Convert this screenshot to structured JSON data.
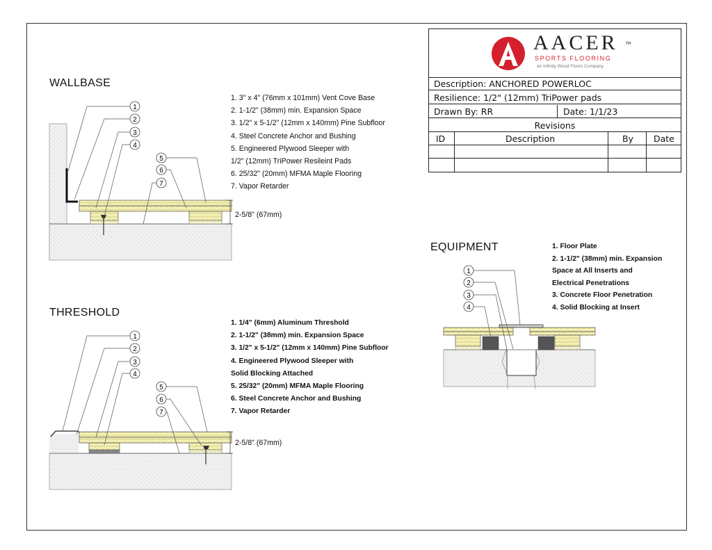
{
  "logo": {
    "brand": "AACER",
    "tm": "TM",
    "tagline": "SPORTS FLOORING",
    "subtag": "an Infinity Wood Floors Company",
    "brand_color": "#d4202c"
  },
  "title_block": {
    "description": "Description: ANCHORED POWERLOC",
    "resilience": "Resilience: 1/2\" (12mm) TriPower pads",
    "drawn_by": "Drawn By: RR",
    "date": "Date: 1/1/23",
    "revisions_title": "Revisions",
    "revision_headers": [
      "ID",
      "Description",
      "By",
      "Date"
    ]
  },
  "wallbase": {
    "heading": "WALLBASE",
    "notes": [
      "1.  3\" x 4\" (76mm x 101mm) Vent Cove Base",
      "2.  1-1/2\" (38mm) min. Expansion Space",
      "3.  1/2\" x 5-1/2\" (12mm x 140mm) Pine Subfloor",
      "4.  Steel Concrete Anchor and Bushing",
      "5.  Engineered Plywood Sleeper with",
      "     1/2\" (12mm) TriPower Resileint Pads",
      "6.  25/32\" (20mm) MFMA Maple Flooring",
      "7.  Vapor Retarder"
    ],
    "dimension": "2-5/8\" (67mm)"
  },
  "threshold": {
    "heading": "THRESHOLD",
    "notes": [
      "1.  1/4\" (6mm) Aluminum Threshold",
      "2.  1-1/2\" (38mm) min. Expansion Space",
      "3.  1/2\" x 5-1/2\" (12mm x 140mm) Pine Subfloor",
      "4.  Engineered Plywood Sleeper with",
      "     Solid Blocking Attached",
      "5.  25/32\" (20mm) MFMA Maple Flooring",
      "6.  Steel Concrete Anchor and Bushing",
      "7.  Vapor Retarder"
    ],
    "dimension": "2-5/8\" (67mm)"
  },
  "equipment": {
    "heading": "EQUIPMENT",
    "notes": [
      "1.  Floor Plate",
      "2.  1-1/2\" (38mm) min. Expansion",
      "     Space at All Inserts and",
      "     Electrical Penetrations",
      "3.  Concrete Floor Penetration",
      "4.  Solid Blocking at Insert"
    ]
  },
  "bubbles": [
    "1",
    "2",
    "3",
    "4",
    "5",
    "6",
    "7"
  ]
}
